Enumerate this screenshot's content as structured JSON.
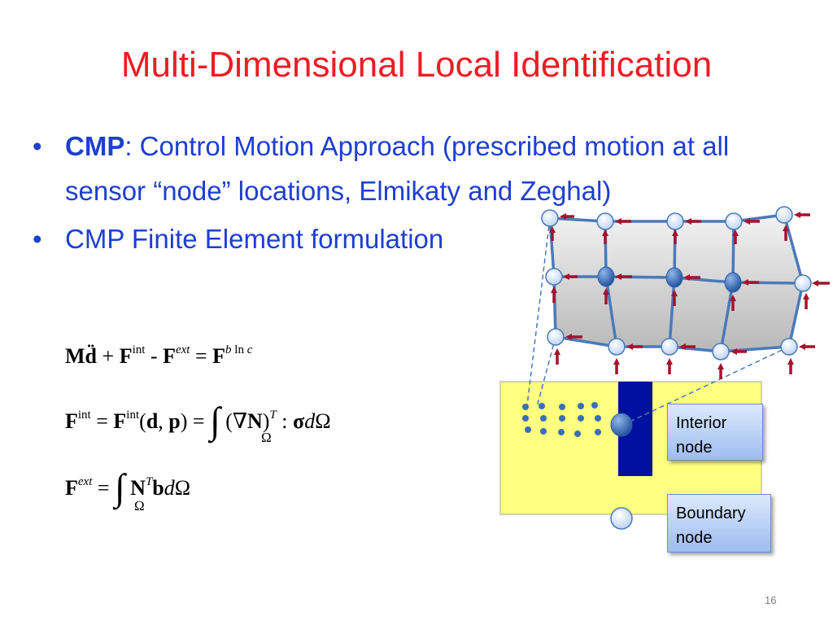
{
  "slide": {
    "title": "Multi-Dimensional Local Identification",
    "page_number": "16"
  },
  "bullets": [
    {
      "bold": "CMP",
      "text": ": Control Motion Approach (prescribed motion at all sensor “node” locations, Elmikaty and Zeghal)"
    },
    {
      "bold": "",
      "text": "CMP Finite Element formulation"
    }
  ],
  "equations": [
    "Md̈ + F^int - F^ext = F^bln c",
    "F^int = F^int(d, p) = ∫_Ω (∇N)^T : σ dΩ",
    "F^ext = ∫_Ω N^T b dΩ"
  ],
  "callouts": {
    "interior": "Interior node",
    "boundary": "Boundary node"
  },
  "colors": {
    "title": "#ee1c24",
    "bullet_text": "#1e3fcf",
    "arrow": "#a3122e",
    "mesh_line": "#4a7ab8",
    "mesh_fill": "#d3d3d3",
    "sensor_region": "#ffff80",
    "actuator_bar": "#00109f"
  }
}
